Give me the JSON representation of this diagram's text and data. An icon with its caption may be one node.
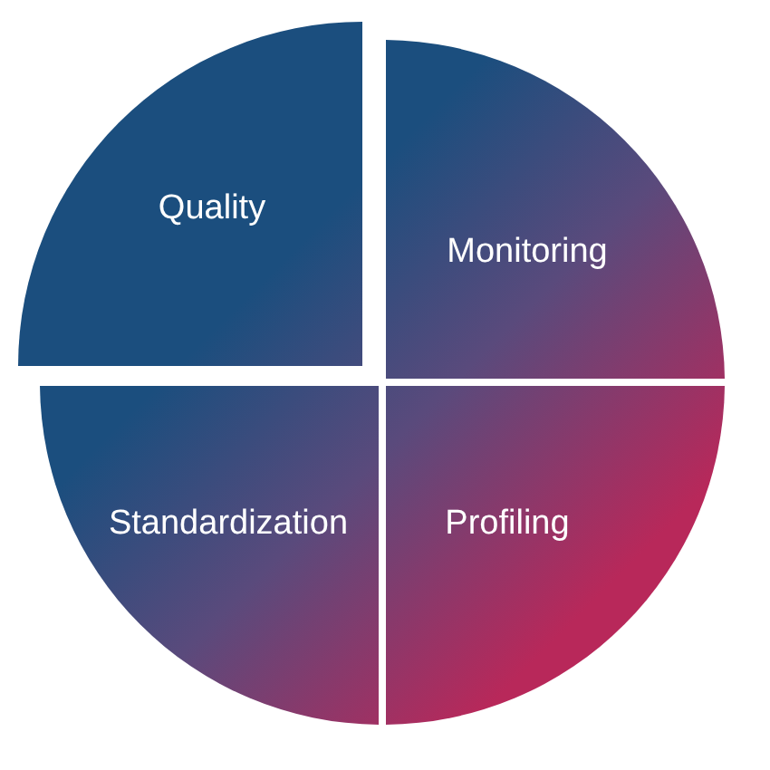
{
  "diagram": {
    "nodes": [
      {
        "text": [
          "Quality"
        ]
      },
      {
        "text": [
          "Monitoring"
        ]
      },
      {
        "text": [
          "Standardization"
        ]
      },
      {
        "text": [
          "Profiling"
        ]
      }
    ]
  }
}
